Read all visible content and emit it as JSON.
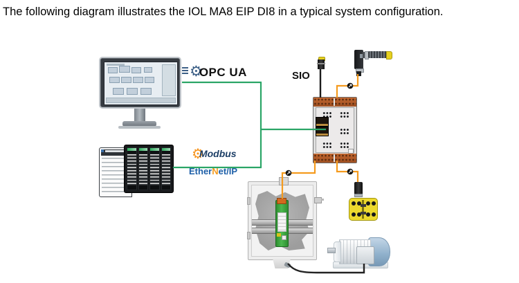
{
  "title": "The following diagram illustrates the IOL MA8 EIP DI8 in a typical system configuration.",
  "labels": {
    "sio": "SIO",
    "opc_ua": "OPC UA",
    "modbus": "Modbus",
    "ethernet_ip": {
      "part1": "Ether",
      "part2": "N",
      "part3": "et/IP"
    }
  },
  "icons": {
    "opc_ua_gear": "⚙",
    "modbus_gear": "⚙"
  },
  "colors": {
    "opc_ua_line": "#2aa566",
    "fieldbus_line": "#f59b1e",
    "sio_line": "#1b1b1b",
    "motor_cable": "#222222",
    "modbus_text": "#1c3e66",
    "ethernet_ip_text": "#1d5fa8",
    "ethernet_ip_accent": "#f59b1e",
    "master_terminal": "#b75c2c",
    "hub_yellow": "#ecd92e"
  }
}
